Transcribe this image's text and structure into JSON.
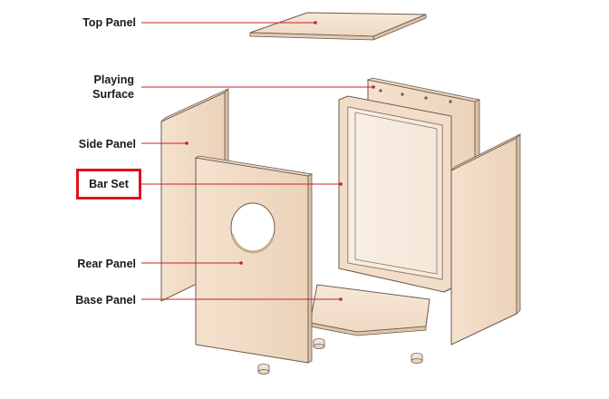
{
  "labels": {
    "top_panel": "Top Panel",
    "playing_surface_line1": "Playing",
    "playing_surface_line2": "Surface",
    "side_panel": "Side Panel",
    "bar_set": "Bar Set",
    "rear_panel": "Rear Panel",
    "base_panel": "Base Panel"
  },
  "colors": {
    "leader_line": "#c8202a",
    "highlight_box": "#e0101a",
    "wood_face": "#f2dcc6",
    "wood_edge": "#e6ccb2",
    "outline": "#6b5a4e"
  }
}
